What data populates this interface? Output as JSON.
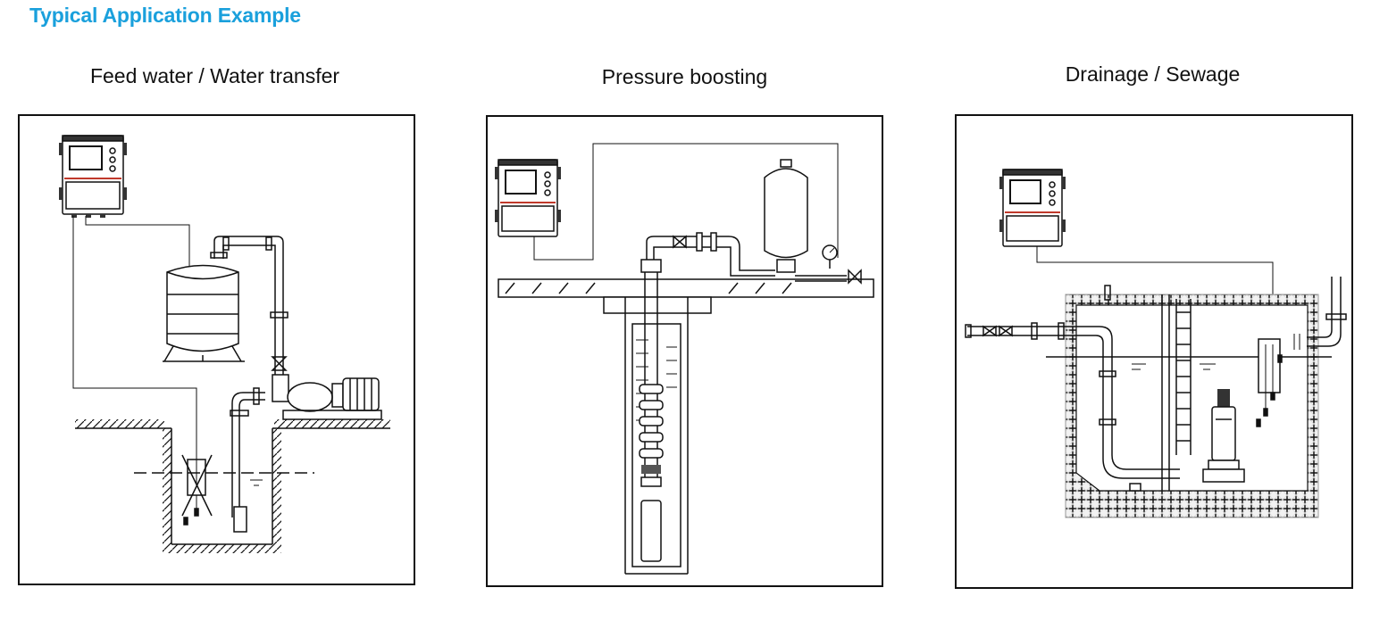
{
  "header": {
    "title": "Typical Application Example"
  },
  "panels": [
    {
      "caption": "Feed water / Water transfer"
    },
    {
      "caption": "Pressure boosting"
    },
    {
      "caption": "Drainage / Sewage"
    }
  ],
  "colors": {
    "title": "#1aa0dc",
    "line": "#111111",
    "controller_stripe": "#c0392b"
  }
}
